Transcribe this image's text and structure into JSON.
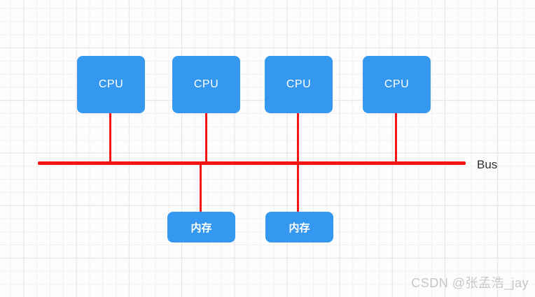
{
  "diagram": {
    "title_semantic": "shared bus multiprocessor diagram",
    "cpus": [
      {
        "label": "CPU"
      },
      {
        "label": "CPU"
      },
      {
        "label": "CPU"
      },
      {
        "label": "CPU"
      }
    ],
    "memories": [
      {
        "label": "内存"
      },
      {
        "label": "内存"
      }
    ],
    "bus": {
      "label": "Bus"
    },
    "colors": {
      "node_fill": "#3598f0",
      "node_text": "#ffffff",
      "line_red": "#f51414",
      "bus_label_text": "#2e2e2e",
      "grid_minor": "#f1f1f1",
      "grid_major": "#e3e3e3",
      "background": "#fdfdfd",
      "watermark_text": "#c6c6c6"
    }
  },
  "watermark": {
    "text": "CSDN @张孟浩_jay"
  }
}
